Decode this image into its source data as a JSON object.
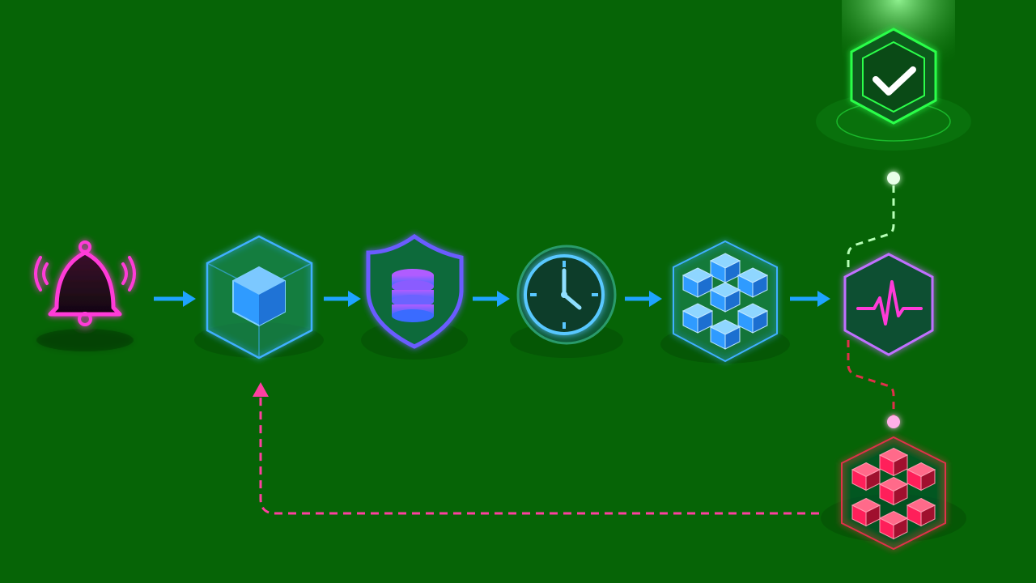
{
  "colors": {
    "background": "#066406",
    "flow_arrow": "#1fa3ff",
    "cube_blue": "#2f9bff",
    "cube_red": "#ff1f5a",
    "success_green": "#2cff4a",
    "magenta": "#ff3bd8",
    "violet": "#c070ff",
    "dashed_green": "#b6ffb6",
    "dashed_red": "#e0304a",
    "dashed_pink": "#ff3fa0"
  },
  "nodes": [
    {
      "id": "trigger",
      "icon": "bell-icon",
      "color": "#ff3bd8"
    },
    {
      "id": "container",
      "icon": "cube-icon",
      "color": "#2f9bff"
    },
    {
      "id": "secure-storage",
      "icon": "shield-database-icon",
      "color": "#6a5cff"
    },
    {
      "id": "scheduler",
      "icon": "clock-icon",
      "color": "#59c8ff"
    },
    {
      "id": "cluster",
      "icon": "cube-cluster-icon",
      "color": "#2f9bff"
    },
    {
      "id": "health-monitor",
      "icon": "heartbeat-icon",
      "color": "#c070ff"
    },
    {
      "id": "success",
      "icon": "check-shield-icon",
      "color": "#2cff4a"
    },
    {
      "id": "failure",
      "icon": "red-cube-cluster-icon",
      "color": "#ff1f5a"
    }
  ],
  "edges": [
    {
      "from": "trigger",
      "to": "container",
      "style": "arrow"
    },
    {
      "from": "container",
      "to": "secure-storage",
      "style": "arrow"
    },
    {
      "from": "secure-storage",
      "to": "scheduler",
      "style": "arrow"
    },
    {
      "from": "scheduler",
      "to": "cluster",
      "style": "arrow"
    },
    {
      "from": "cluster",
      "to": "health-monitor",
      "style": "arrow"
    },
    {
      "from": "health-monitor",
      "to": "success",
      "style": "dashed"
    },
    {
      "from": "health-monitor",
      "to": "failure",
      "style": "dashed"
    },
    {
      "from": "failure",
      "to": "container",
      "style": "dashed-arrow"
    }
  ]
}
